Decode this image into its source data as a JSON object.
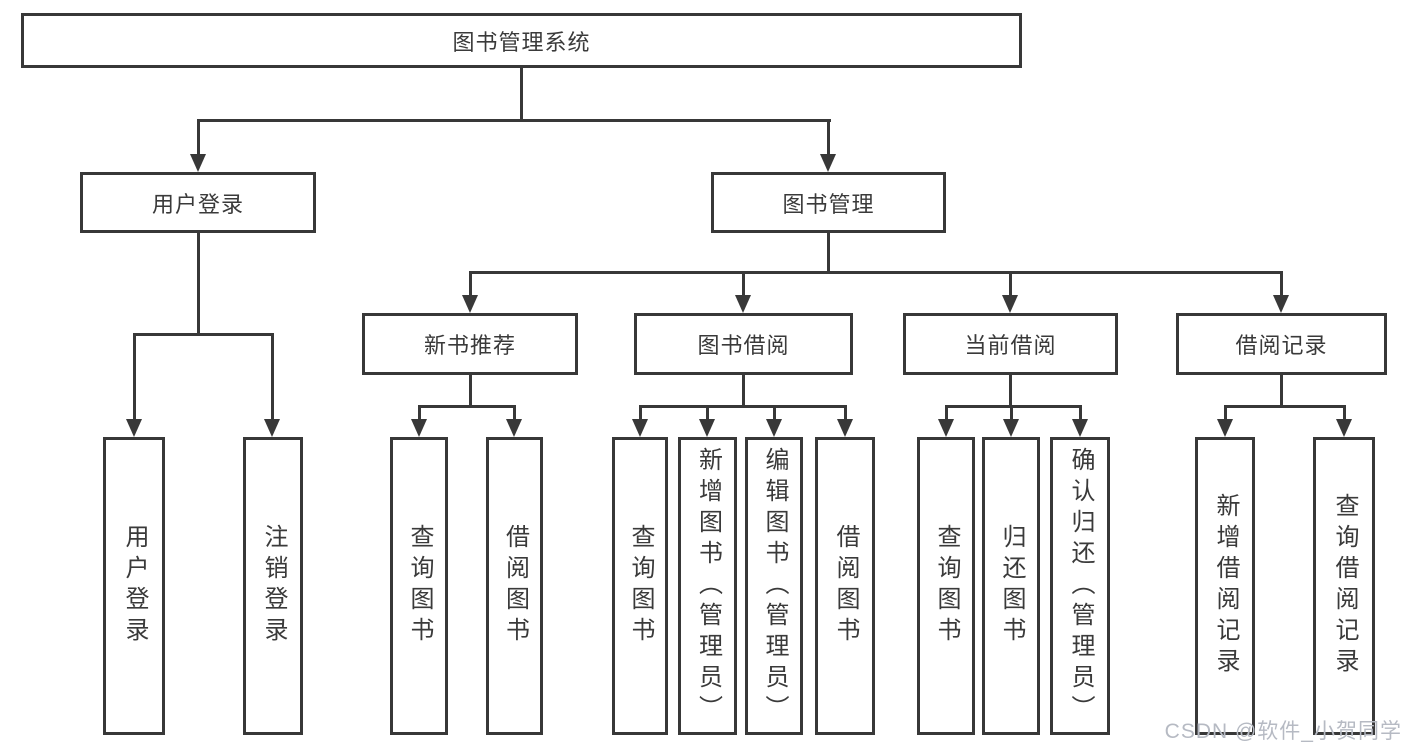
{
  "diagram": {
    "root": {
      "label": "图书管理系统"
    },
    "level2": {
      "user_login": {
        "label": "用户登录"
      },
      "book_mgmt": {
        "label": "图书管理"
      }
    },
    "level3": {
      "new_book": {
        "label": "新书推荐"
      },
      "book_borrow": {
        "label": "图书借阅"
      },
      "current_borrow": {
        "label": "当前借阅"
      },
      "borrow_records": {
        "label": "借阅记录"
      }
    },
    "leaves": {
      "user_login": [
        "用户登录",
        "注销登录"
      ],
      "new_book": [
        "查询图书",
        "借阅图书"
      ],
      "book_borrow": [
        "查询图书",
        "新增图书（管理员）",
        "编辑图书（管理员）",
        "借阅图书"
      ],
      "current_borrow": [
        "查询图书",
        "归还图书",
        "确认归还（管理员）"
      ],
      "borrow_records": [
        "新增借阅记录",
        "查询借阅记录"
      ]
    }
  },
  "watermark": {
    "text": "CSDN @软件_小贺同学"
  },
  "colors": {
    "line": "#383838",
    "text": "#3a3a3a",
    "watermark": "#b6bac3"
  }
}
